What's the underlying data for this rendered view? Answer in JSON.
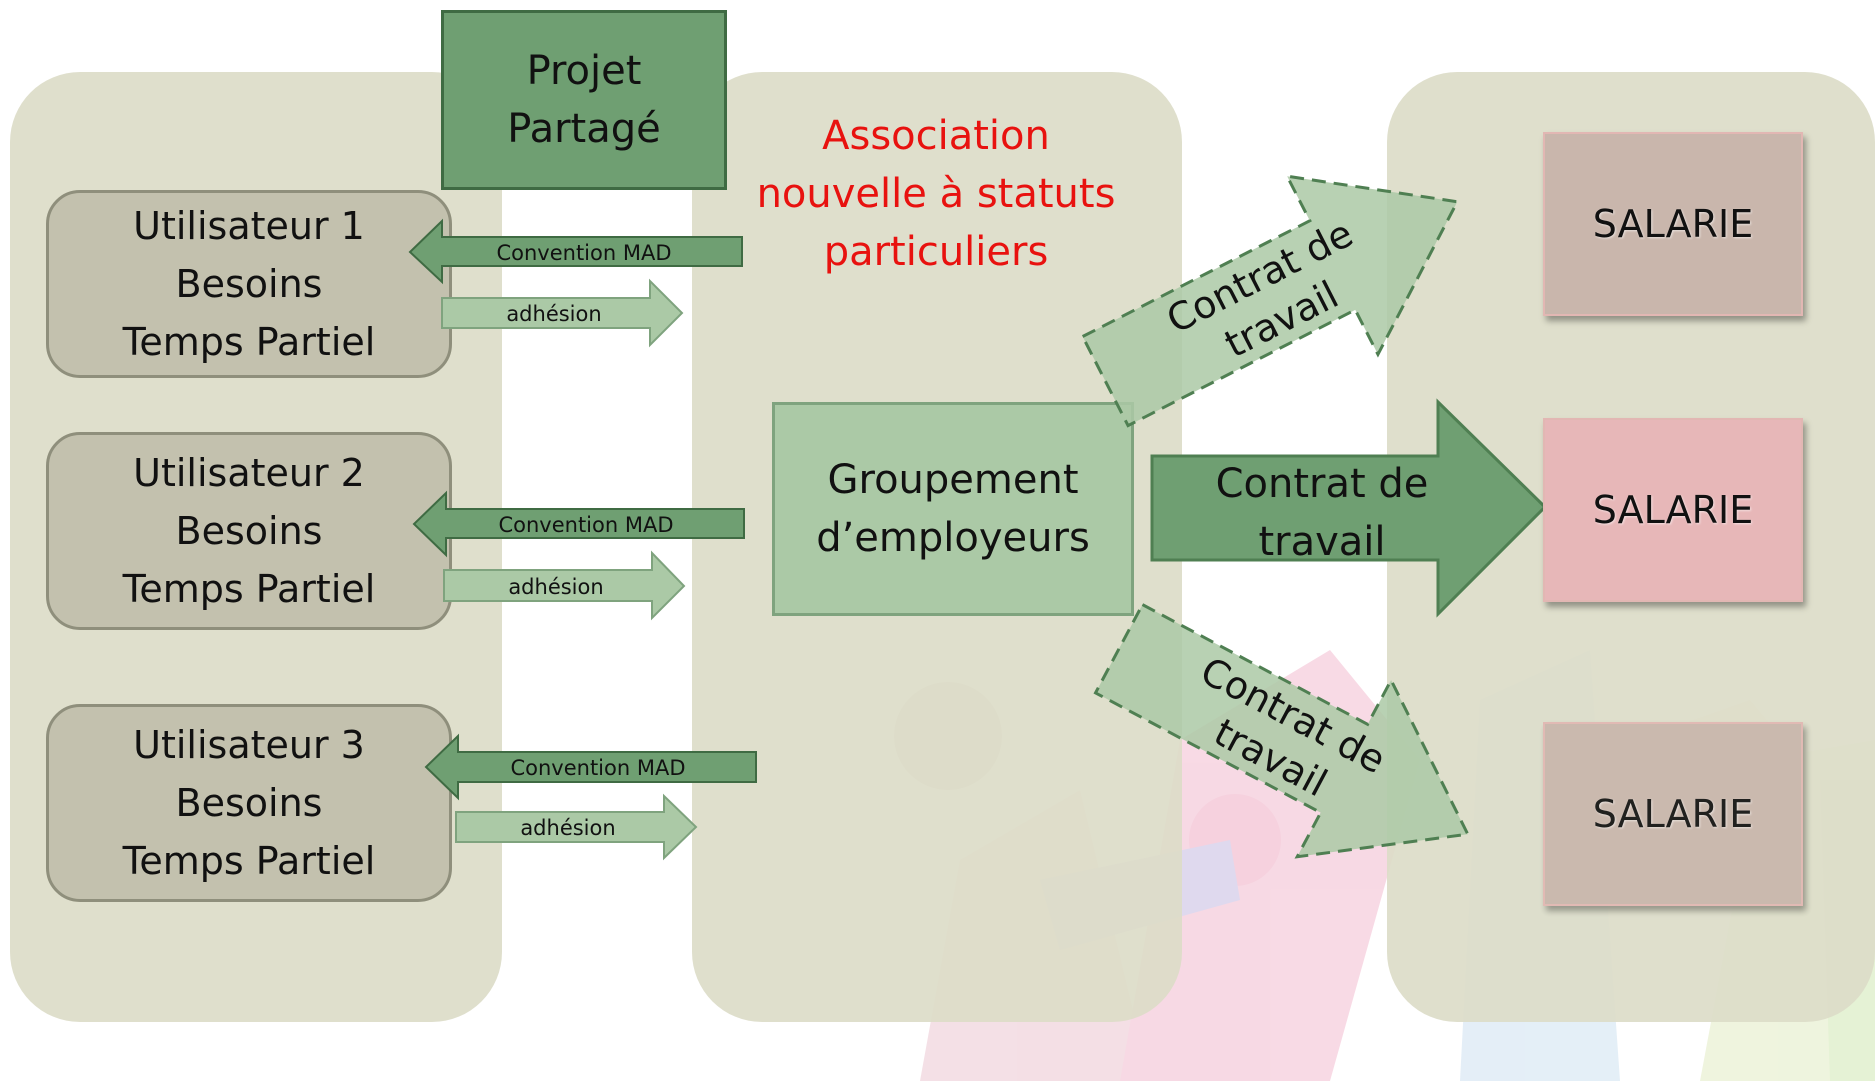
{
  "projet": {
    "line1": "Projet",
    "line2": "Partagé"
  },
  "association": {
    "line1": "Association",
    "line2": "nouvelle à statuts",
    "line3": "particuliers"
  },
  "groupement": {
    "line1": "Groupement",
    "line2": "d’employeurs"
  },
  "users": [
    {
      "name": "Utilisateur 1",
      "need": "Besoins",
      "time": "Temps Partiel"
    },
    {
      "name": "Utilisateur 2",
      "need": "Besoins",
      "time": "Temps Partiel"
    },
    {
      "name": "Utilisateur 3",
      "need": "Besoins",
      "time": "Temps Partiel"
    }
  ],
  "arrows": {
    "convention": "Convention MAD",
    "adhesion": "adhésion"
  },
  "contrat": {
    "line1": "Contrat de",
    "line2": "travail"
  },
  "salaries": [
    {
      "label": "SALARIE"
    },
    {
      "label": "SALARIE"
    },
    {
      "label": "SALARIE"
    }
  ],
  "colors": {
    "column_bg": "#dcdcc8",
    "user_box": "#c3c1ae",
    "dark_green": "#6f9f72",
    "light_green": "#abc9a6",
    "association_red": "#e8120f",
    "salarie_muted": "#c9b6ac",
    "salarie_pink": "#e7b7b8"
  }
}
